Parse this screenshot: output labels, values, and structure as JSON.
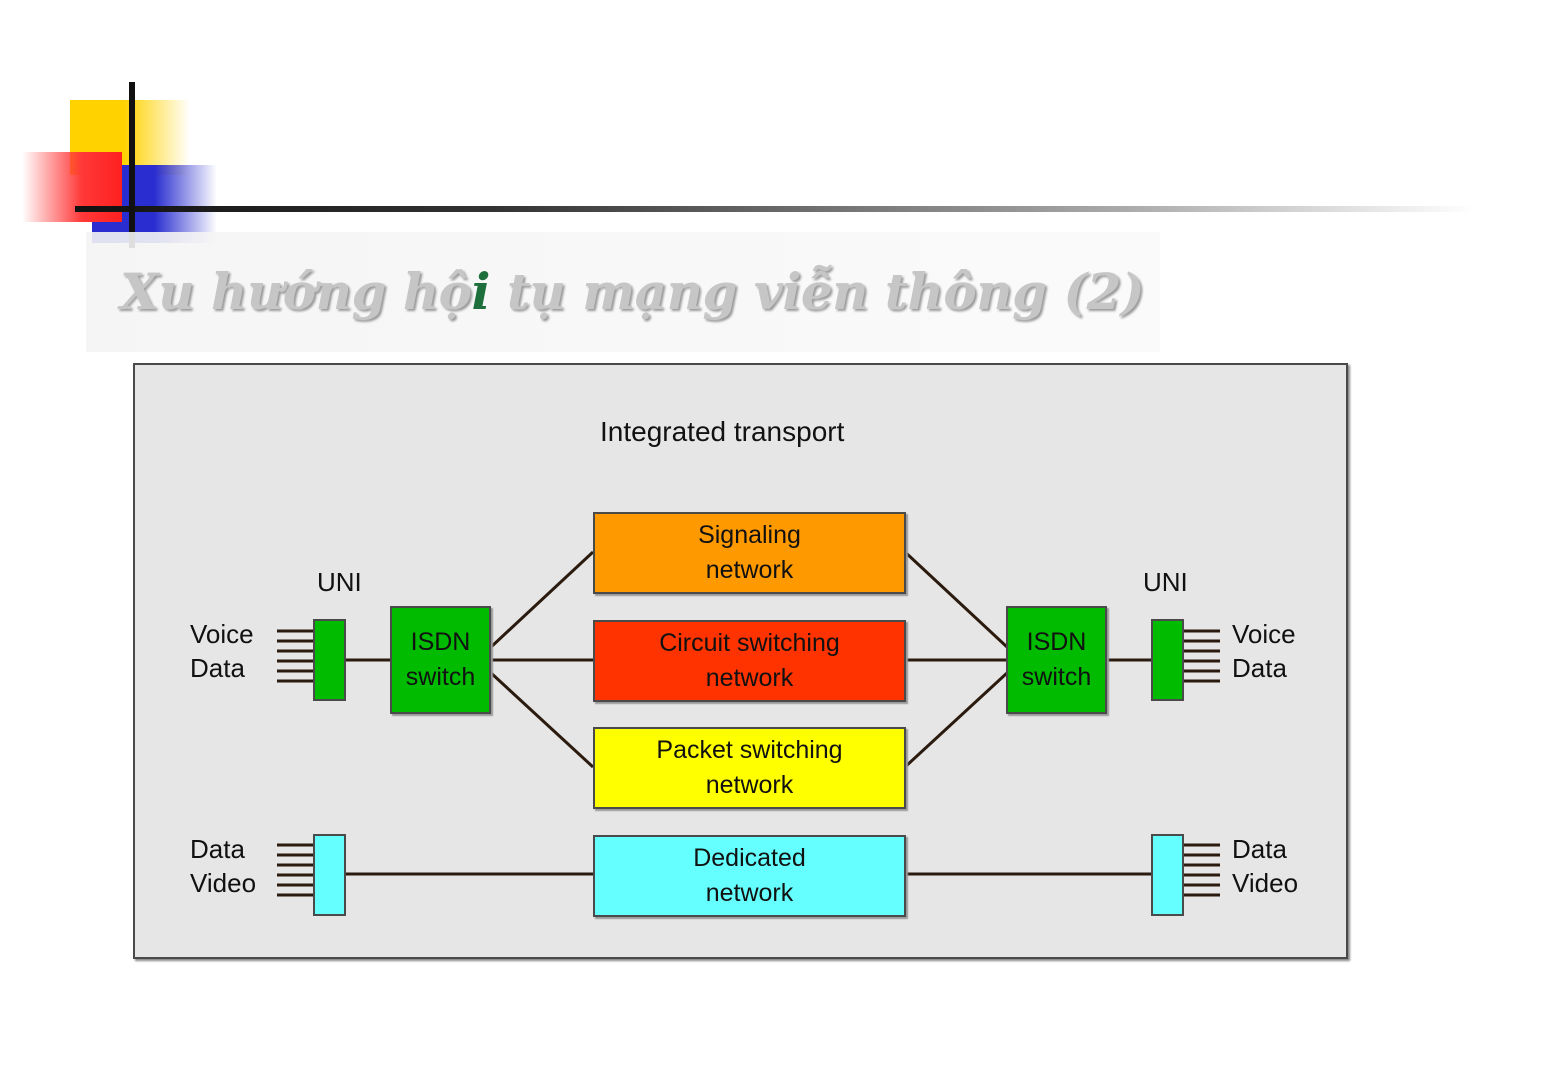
{
  "slide": {
    "title_before": "Xu hướng hộ",
    "title_accent": "i",
    "title_after": " tụ mạng viễn thông (2)"
  },
  "diagram": {
    "heading": "Integrated transport",
    "uni_left": "UNI",
    "uni_right": "UNI",
    "left_top_labels": [
      "Voice",
      "Data"
    ],
    "left_bottom_labels": [
      "Data",
      "Video"
    ],
    "right_top_labels": [
      "Voice",
      "Data"
    ],
    "right_bottom_labels": [
      "Data",
      "Video"
    ],
    "isdn_left": [
      "ISDN",
      "switch"
    ],
    "isdn_right": [
      "ISDN",
      "switch"
    ],
    "networks": {
      "signaling": [
        "Signaling",
        "network"
      ],
      "circuit": [
        "Circuit switching",
        "network"
      ],
      "packet": [
        "Packet switching",
        "network"
      ],
      "dedicated": [
        "Dedicated",
        "network"
      ]
    },
    "colors": {
      "signaling": "#ff9900",
      "circuit": "#ff3300",
      "packet": "#ffff00",
      "dedicated": "#66ffff",
      "isdn": "#00bb00",
      "uni_port": "#00bb00",
      "dedicated_port": "#66ffff",
      "background": "#e6e6e6"
    }
  }
}
